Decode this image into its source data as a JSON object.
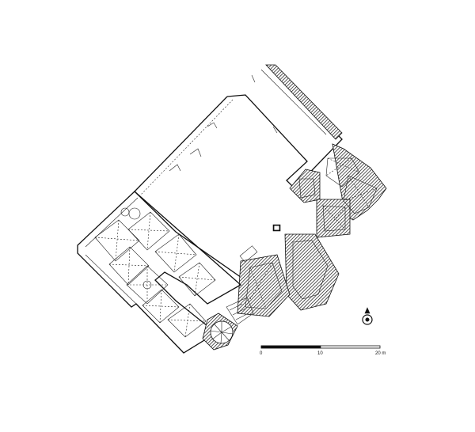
{
  "scale_bar": {
    "tick_labels": [
      "0",
      "10",
      "20 m"
    ]
  },
  "north_arrow": {
    "symbol": "north-arrow-icon"
  }
}
